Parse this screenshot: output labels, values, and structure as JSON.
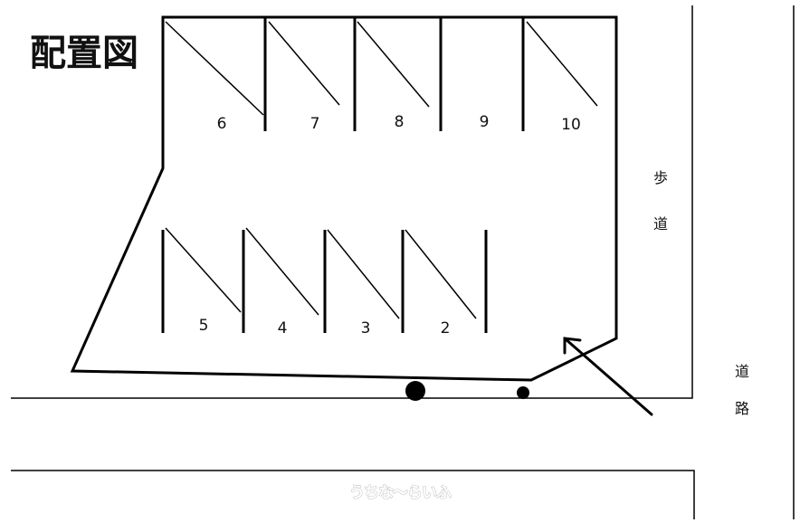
{
  "title": "配置図",
  "spaces": [
    {
      "number": "6"
    },
    {
      "number": "7"
    },
    {
      "number": "8"
    },
    {
      "number": "9"
    },
    {
      "number": "10"
    },
    {
      "number": "5"
    },
    {
      "number": "4"
    },
    {
      "number": "3"
    },
    {
      "number": "2"
    }
  ],
  "labels": {
    "sidewalk": [
      "歩",
      "道"
    ],
    "road": [
      "道",
      "路"
    ]
  },
  "watermark": "うちな～らいふ"
}
